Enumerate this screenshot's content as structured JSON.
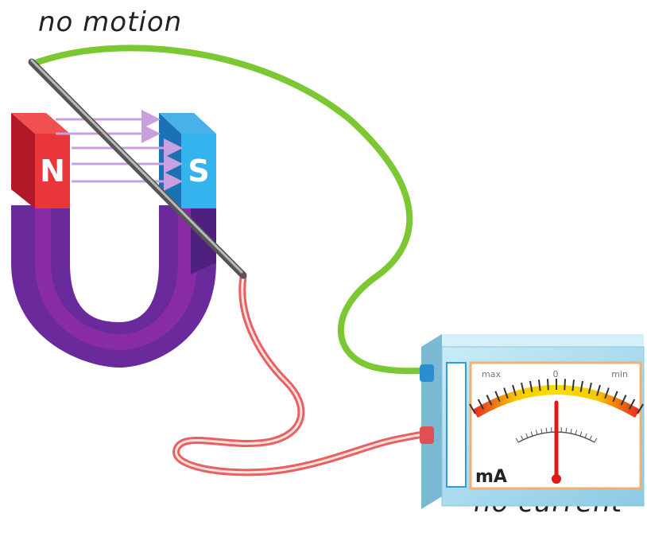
{
  "captions": {
    "top": "no motion",
    "bottom": "no current"
  },
  "magnet": {
    "north_label": "N",
    "south_label": "S"
  },
  "meter": {
    "scale_left": "max",
    "scale_center": "0",
    "scale_right": "min",
    "unit": "mA",
    "needle_deflection": 0
  },
  "colors": {
    "magnet_body": "#6a2a9c",
    "north_pole": "#e8363a",
    "south_pole": "#2a98dc",
    "field_arrows": "#c8a0e0",
    "wire_green": "#7cc832",
    "wire_red": "#e86060",
    "meter_body": "#a8d8ec",
    "needle": "#e01818"
  }
}
